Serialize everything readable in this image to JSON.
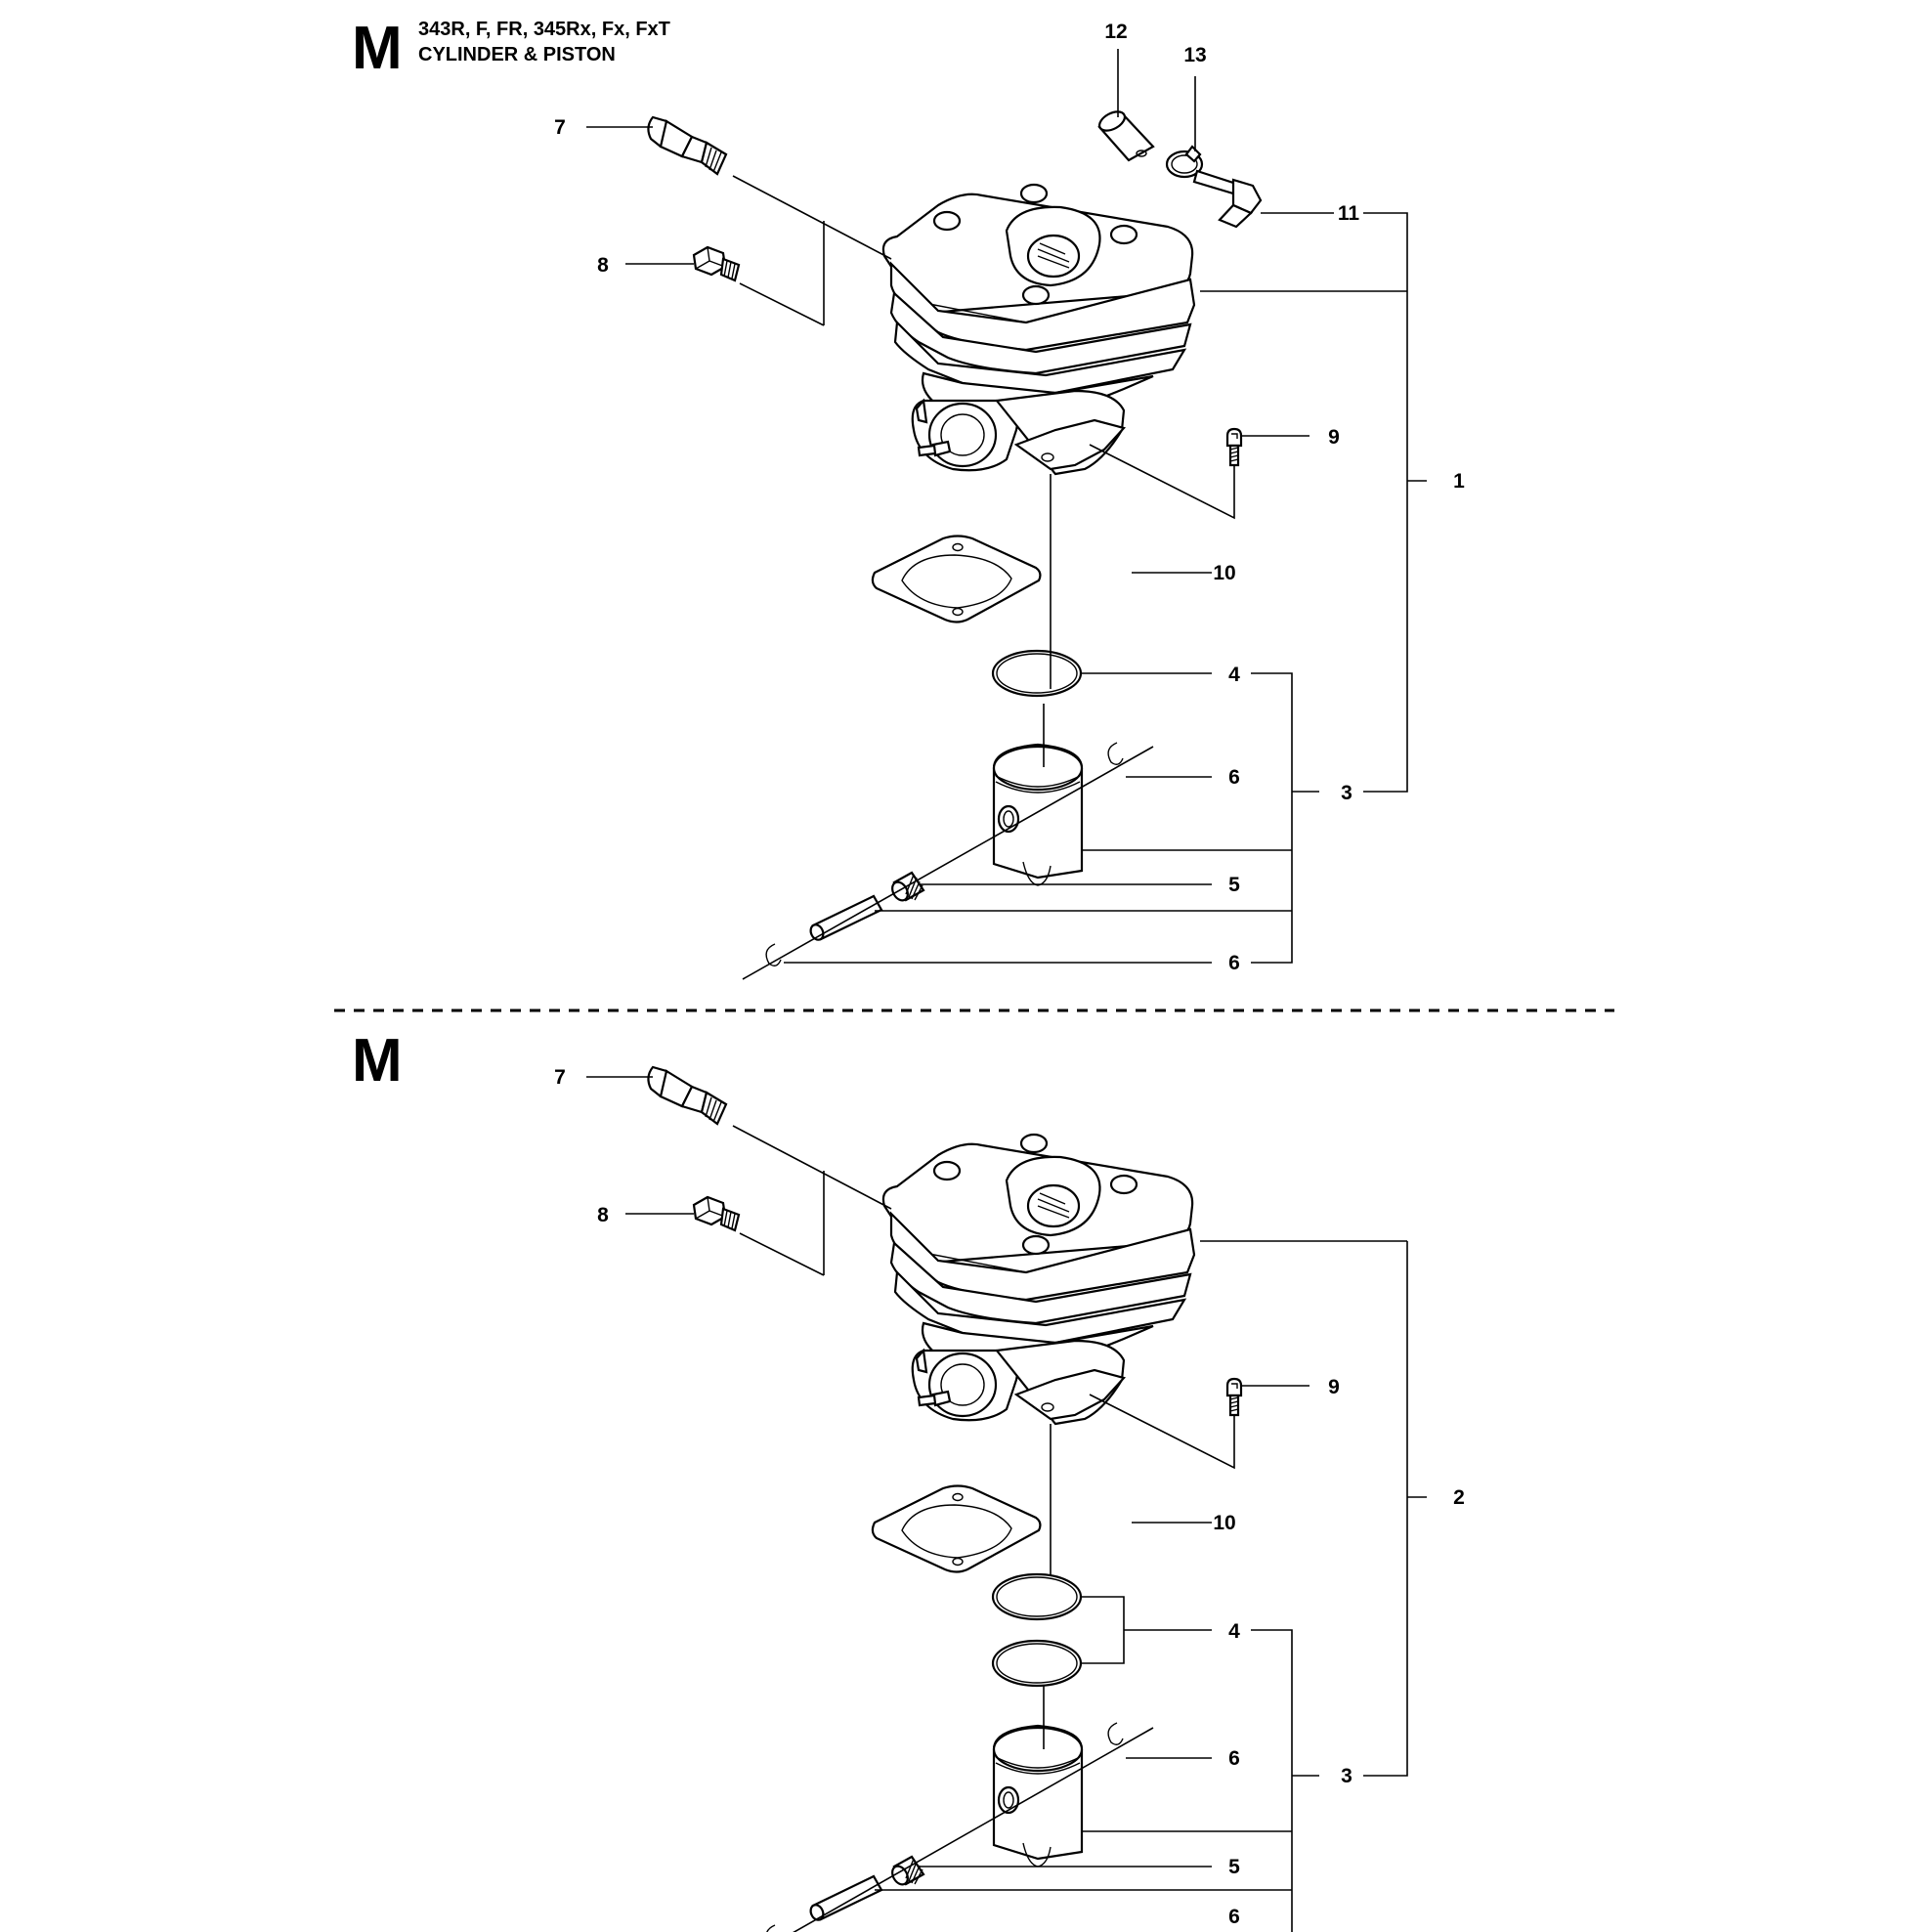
{
  "header": {
    "section_letter": "M",
    "models": "343R, F, FR, 345Rx, Fx, FxT",
    "title": "CYLINDER & PISTON"
  },
  "lower_section": {
    "section_letter": "M"
  },
  "callouts_upper": {
    "c1": "1",
    "c3": "3",
    "c4": "4",
    "c5": "5",
    "c6a": "6",
    "c6b": "6",
    "c7": "7",
    "c8": "8",
    "c9": "9",
    "c10": "10",
    "c11": "11",
    "c12": "12",
    "c13": "13"
  },
  "callouts_lower": {
    "c2": "2",
    "c3": "3",
    "c4": "4",
    "c5": "5",
    "c6a": "6",
    "c6b": "6",
    "c7": "7",
    "c8": "8",
    "c9": "9",
    "c10": "10"
  }
}
